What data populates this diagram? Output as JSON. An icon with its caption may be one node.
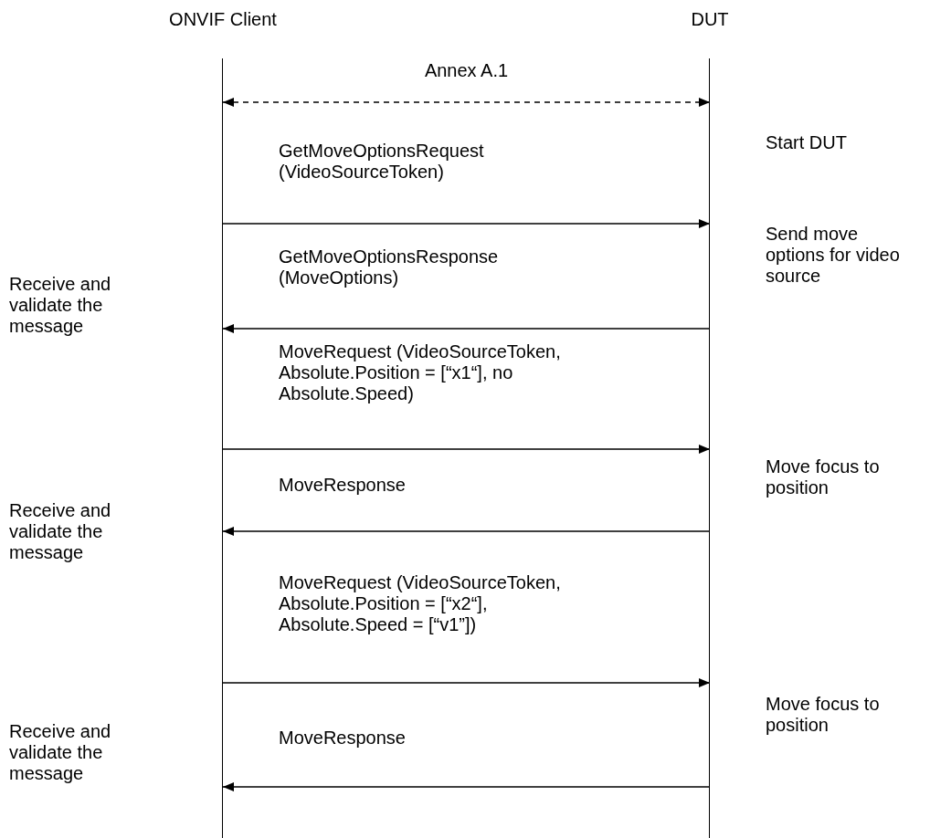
{
  "diagram": {
    "nodes": [
      {
        "text": [
          "ONVIF Client"
        ]
      },
      {
        "text": [
          "DUT"
        ]
      }
    ],
    "edges": [
      {
        "from": 0,
        "to": 1,
        "arrow": "both",
        "style": "dashed",
        "label": "Annex A.1"
      },
      {
        "from": 0,
        "to": 1,
        "arrow": "to",
        "label": "GetMoveOptionsRequest (VideoSourceToken)"
      },
      {
        "from": 1,
        "to": 0,
        "arrow": "to",
        "label": "GetMoveOptionsResponse (MoveOptions)"
      },
      {
        "from": 0,
        "to": 1,
        "arrow": "to",
        "label": "MoveRequest (VideoSourceToken, Absolute.Position = [“x1“], no Absolute.Speed)"
      },
      {
        "from": 1,
        "to": 0,
        "arrow": "to",
        "label": "MoveResponse"
      },
      {
        "from": 0,
        "to": 1,
        "arrow": "to",
        "label": "MoveRequest (VideoSourceToken, Absolute.Position = [“x2“], Absolute.Speed = [“v1”])"
      },
      {
        "from": 1,
        "to": 0,
        "arrow": "to",
        "label": "MoveResponse"
      }
    ],
    "labels": [
      "Start DUT",
      "Send move options for video source",
      "Receive and validate the message",
      "Move focus to position",
      "Receive and validate the message",
      "Move focus to position",
      "Receive and validate the message"
    ]
  }
}
